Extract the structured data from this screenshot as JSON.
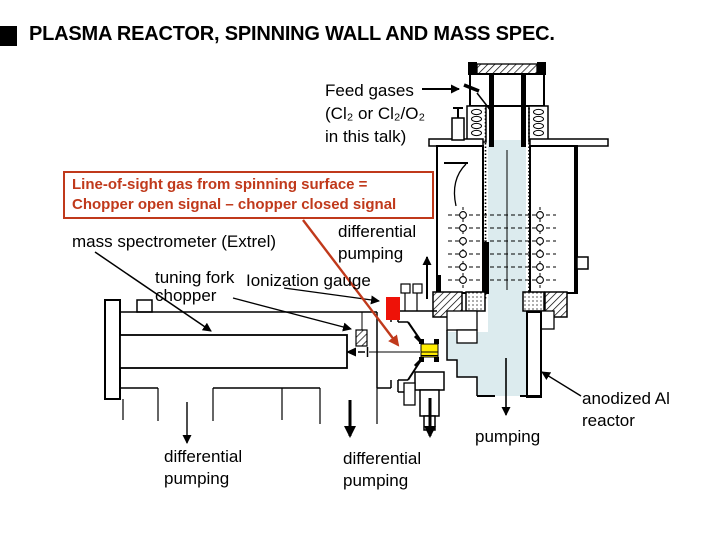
{
  "slide": {
    "title": "PLASMA REACTOR, SPINNING WALL AND MASS SPEC."
  },
  "callout": {
    "line1": "Line-of-sight gas from spinning surface =",
    "line2": "Chopper open signal – chopper closed signal"
  },
  "labels": {
    "feed_gases": [
      "Feed gases",
      "(Cl₂ or Cl₂/O₂",
      "in this talk)"
    ],
    "mass_spectrometer": "mass spectrometer (Extrel)",
    "differential_pumping_upper": [
      "differential",
      "pumping"
    ],
    "tuning_fork_chopper": [
      "tuning fork",
      "chopper"
    ],
    "ionization_gauge": "Ionization gauge",
    "differential_pumping_left": [
      "differential",
      "pumping"
    ],
    "differential_pumping_mid": [
      "differential",
      "pumping"
    ],
    "pumping": "pumping",
    "anodized_reactor": [
      "anodized Al",
      "reactor"
    ]
  },
  "colors": {
    "callout_red": "#c0391b",
    "gauge_red": "#ee1208",
    "sample_yellow": "#ffec00",
    "plasma_blue": "#dcebee",
    "line_black": "#000000"
  }
}
